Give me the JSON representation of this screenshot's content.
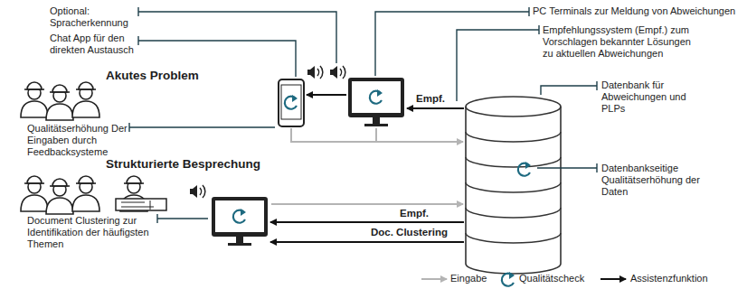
{
  "diagram": {
    "labels": [
      "Optional: Spracherkennung",
      "PC Terminals zur Meldung von Abweichungen",
      "Chat App für den direkten Austausch",
      "Empfehlungssystem (Empf.) zum Vorschlagen bekannter Lösungen zu aktuellen Abweichungen",
      "Akutes Problem",
      "Empf.",
      "Datenbank für Abweichungen und PLPs",
      "Qualitätserhöhung Der Eingaben durch Feedbacksysteme",
      "Datenbankseitige Qualitätserhöhung der Daten",
      "Strukturierte Besprechung",
      "Empf.",
      "Doc. Clustering",
      "Document Clustering zur Identifikation der häufigsten Themen"
    ],
    "legend": [
      {
        "text": "Eingabe"
      },
      {
        "text": "Qualitätscheck"
      },
      {
        "text": "Assistenzfunktion"
      }
    ]
  }
}
